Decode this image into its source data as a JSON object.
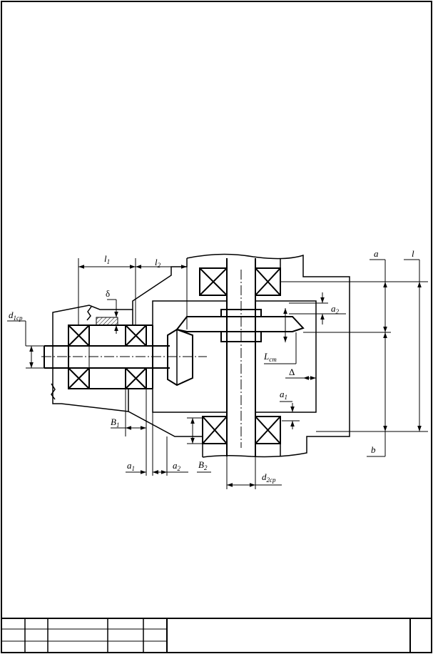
{
  "labels": {
    "l1_main": "l",
    "l1_sub": "1",
    "l2_main": "l",
    "l2_sub": "2",
    "delta": "δ",
    "d1_main": "d",
    "d1_sub": "1ср",
    "a_main": "a",
    "l_main": "l",
    "a2_right_main": "a",
    "a2_right_sub": "2",
    "lst_main": "L",
    "lst_sub": "ст",
    "Delta": "Δ",
    "a1_right_main": "a",
    "a1_right_sub": "1",
    "b_main": "b",
    "B1_main": "B",
    "B1_sub": "1",
    "a1_bottom_main": "a",
    "a1_bottom_sub": "1",
    "a2_bottom_main": "a",
    "a2_bottom_sub": "2",
    "B2_main": "B",
    "B2_sub": "2",
    "d2_main": "d",
    "d2_sub": "2ср"
  }
}
